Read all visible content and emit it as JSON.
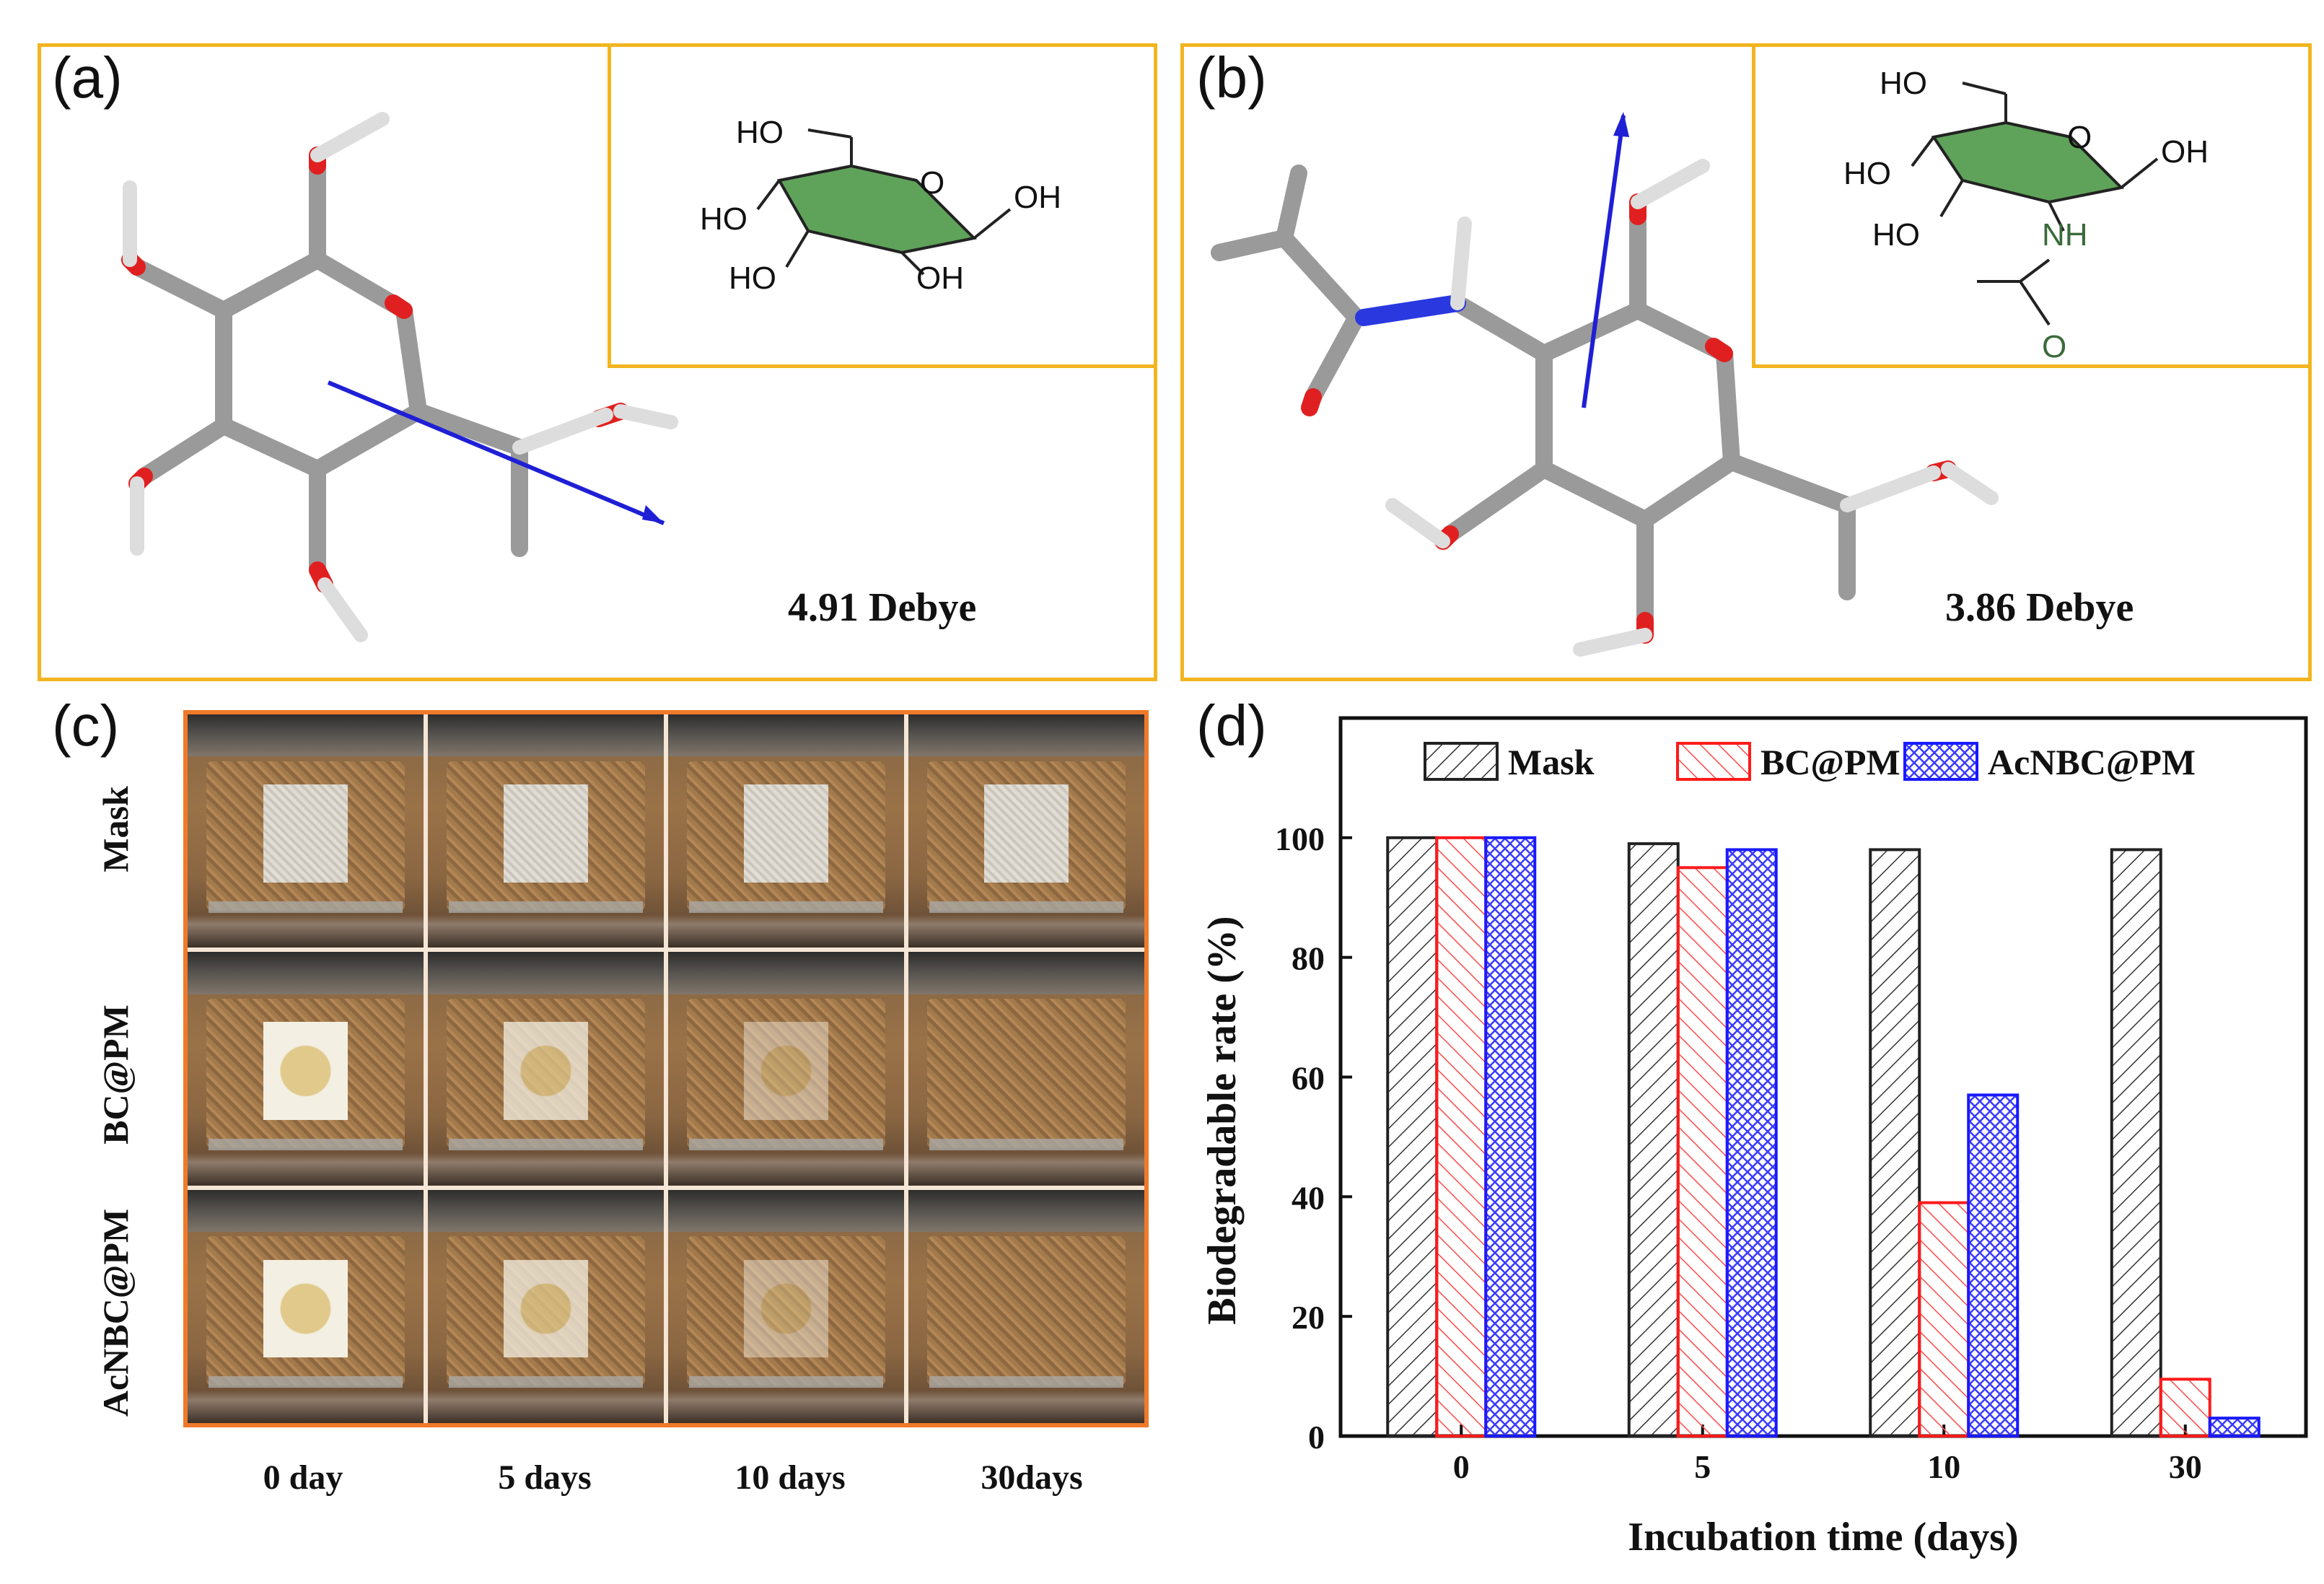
{
  "panels": {
    "a": {
      "letter": "(a)",
      "dipole": "4.91 Debye"
    },
    "b": {
      "letter": "(b)",
      "dipole": "3.86 Debye"
    },
    "c": {
      "letter": "(c)",
      "rows": [
        "Mask",
        "BC@PM",
        "AcNBC@PM"
      ],
      "columns": [
        "0 day",
        "5 days",
        "10 days",
        "30days"
      ]
    },
    "d": {
      "letter": "(d)"
    }
  },
  "structures": {
    "glucose": {
      "labels": [
        "HO",
        "HO",
        "HO",
        "O",
        "OH",
        "OH"
      ]
    },
    "glcnac": {
      "labels": [
        "HO",
        "HO",
        "HO",
        "O",
        "OH",
        "NH",
        "O"
      ]
    }
  },
  "chart_data": {
    "type": "bar",
    "categories": [
      "0",
      "5",
      "10",
      "30"
    ],
    "series": [
      {
        "name": "Mask",
        "values": [
          100,
          99,
          98,
          98
        ],
        "color": "#222222",
        "pattern": "diagonal"
      },
      {
        "name": "BC@PM",
        "values": [
          100,
          95,
          39,
          9.5
        ],
        "color": "#ff1a1a",
        "pattern": "back-diagonal"
      },
      {
        "name": "AcNBC@PM",
        "values": [
          100,
          98,
          57,
          3
        ],
        "color": "#1a1aff",
        "pattern": "crosshatch"
      }
    ],
    "xlabel": "Incubation time (days)",
    "ylabel": "Biodegradable rate (%)",
    "ylim": [
      0,
      120
    ],
    "yticks": [
      0,
      20,
      40,
      60,
      80,
      100
    ],
    "legend": "top"
  },
  "colors": {
    "frame": "#f2b51f",
    "photo_frame": "#f07a2a",
    "ring": "#5fa35a"
  }
}
